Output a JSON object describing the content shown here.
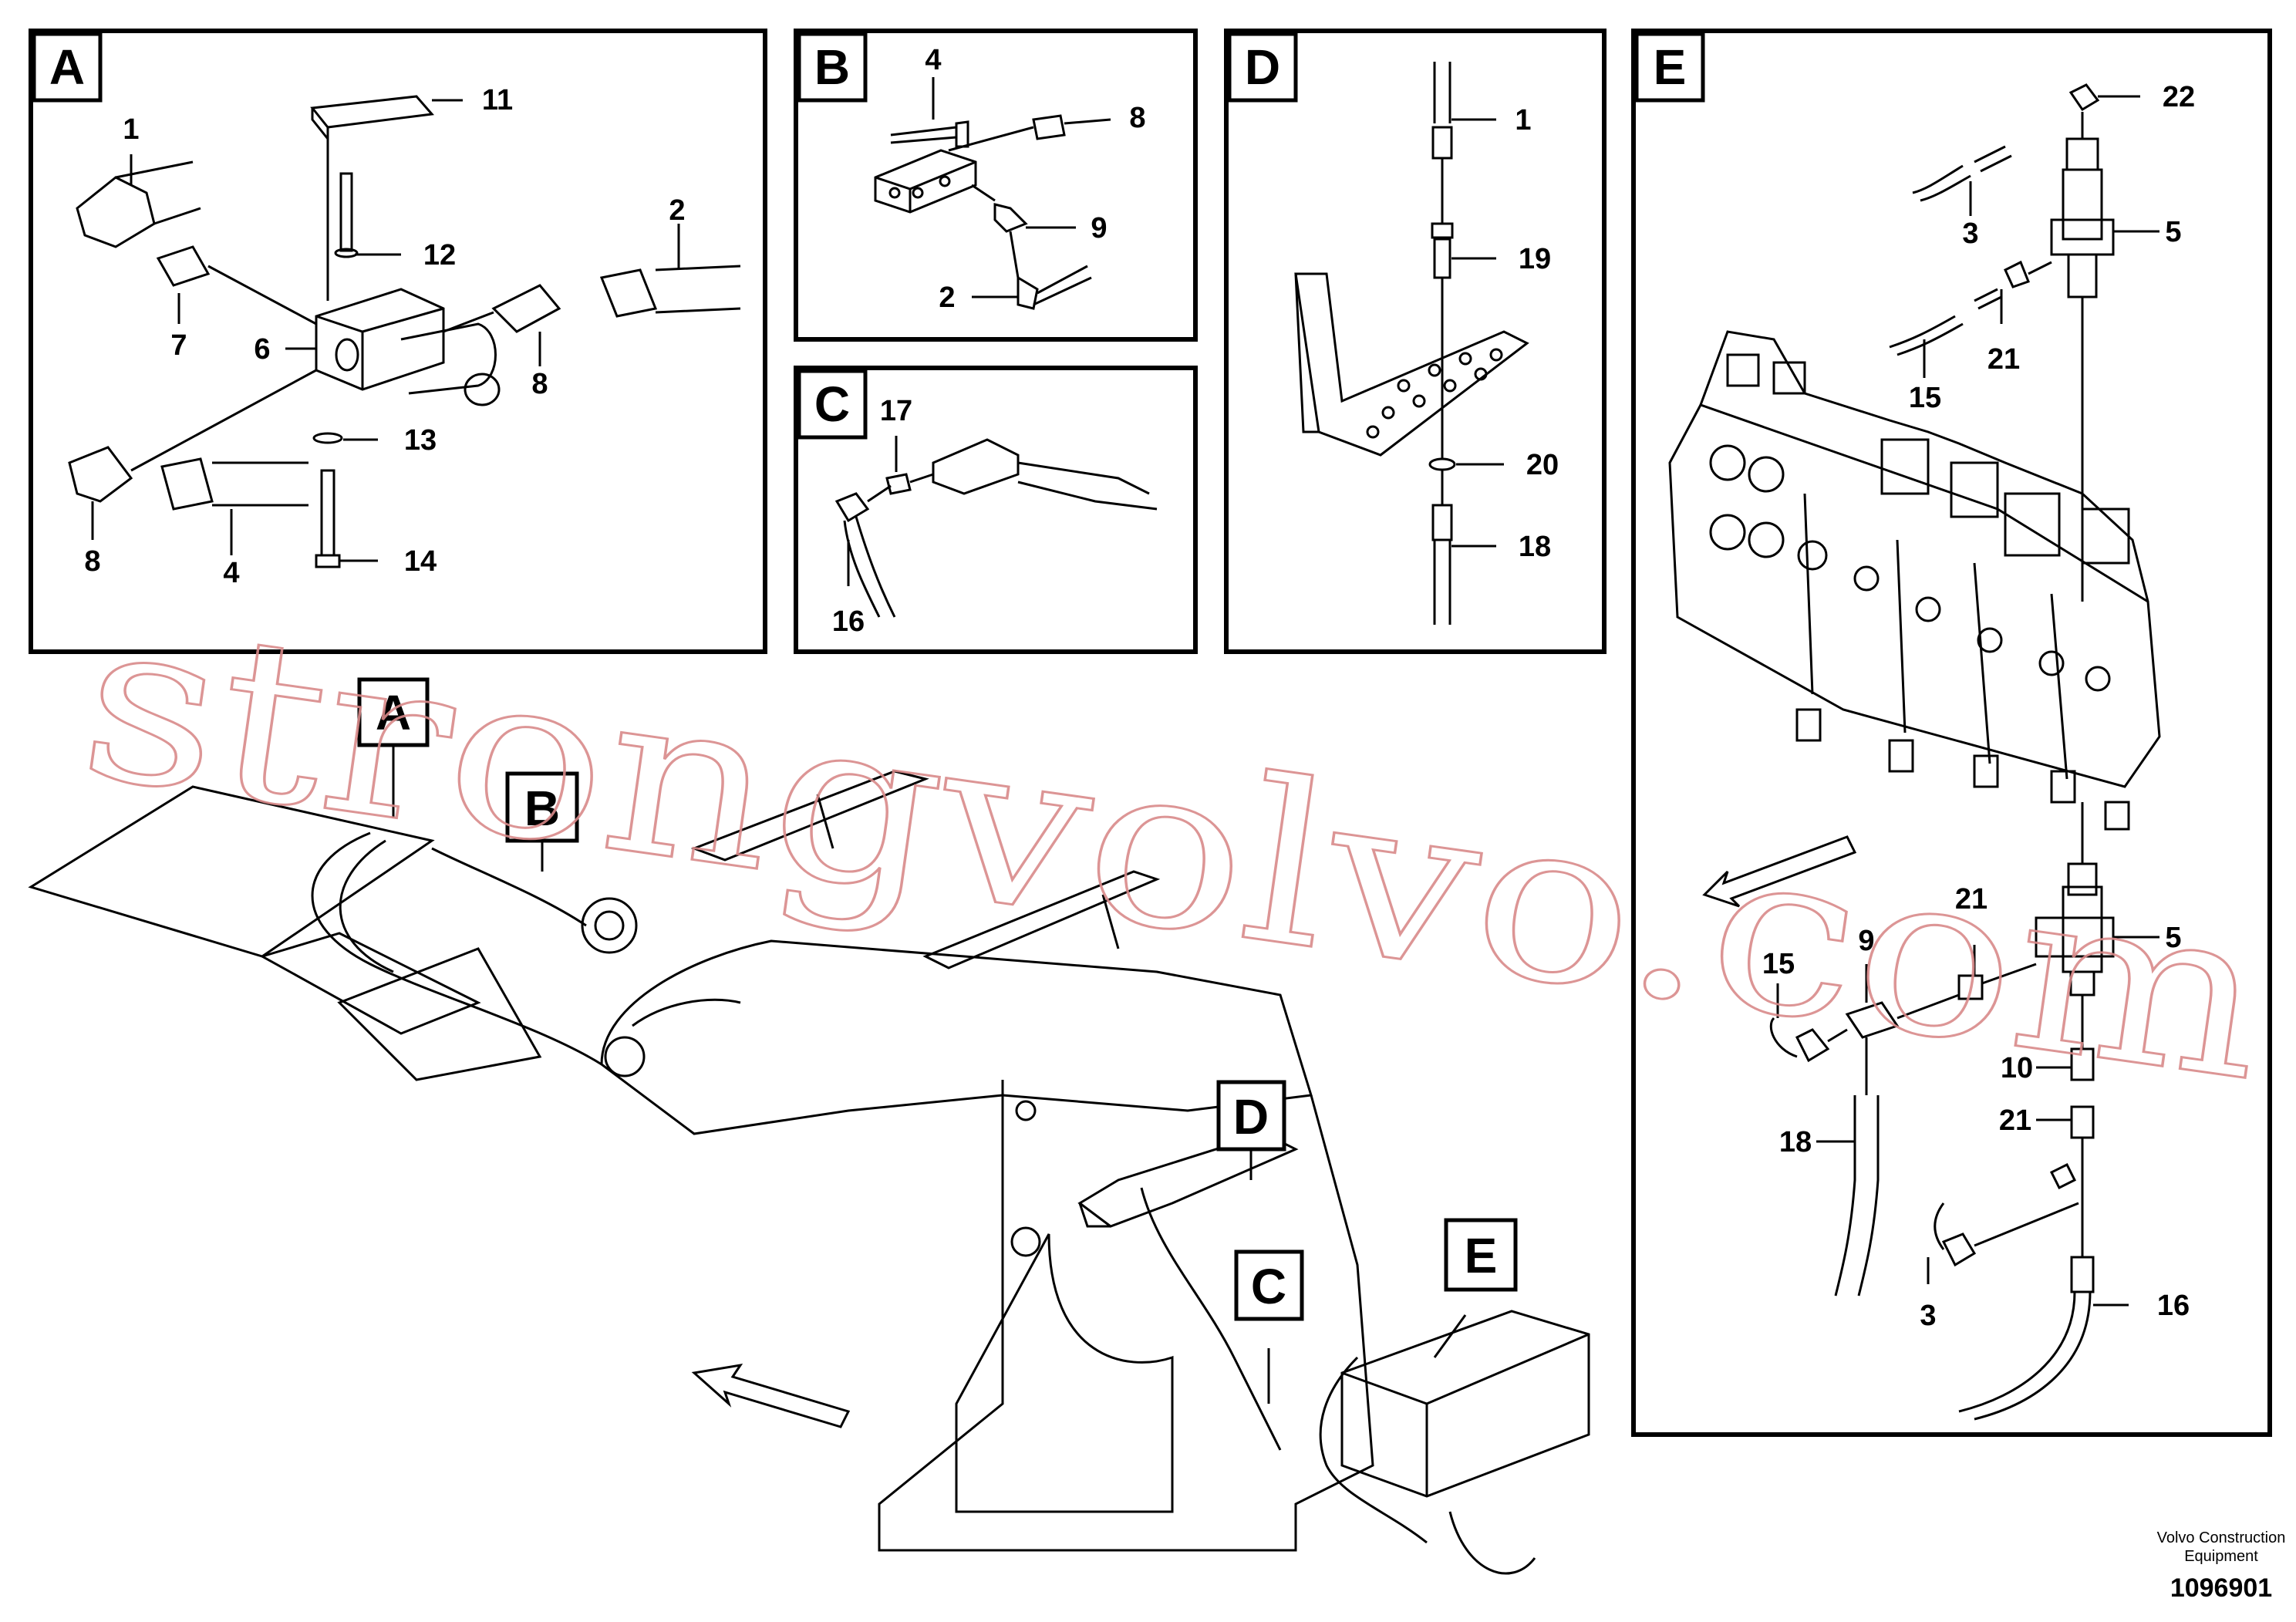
{
  "panels": {
    "A": {
      "letter": "A",
      "callouts": {
        "c1": "1",
        "c2": "2",
        "c4": "4",
        "c6": "6",
        "c7": "7",
        "c8a": "8",
        "c8b": "8",
        "c11": "11",
        "c12": "12",
        "c13": "13",
        "c14": "14"
      }
    },
    "B": {
      "letter": "B",
      "callouts": {
        "c4": "4",
        "c8": "8",
        "c9": "9",
        "c2": "2"
      }
    },
    "C": {
      "letter": "C",
      "callouts": {
        "c17": "17",
        "c16": "16"
      }
    },
    "D": {
      "letter": "D",
      "callouts": {
        "c1": "1",
        "c19": "19",
        "c20": "20",
        "c18": "18"
      }
    },
    "E": {
      "letter": "E",
      "callouts": {
        "c22": "22",
        "c3a": "3",
        "c5a": "5",
        "c21a": "21",
        "c15a": "15",
        "c21b": "21",
        "c9": "9",
        "c15b": "15",
        "c5b": "5",
        "c10": "10",
        "c18": "18",
        "c21c": "21",
        "c3b": "3",
        "c16": "16"
      }
    }
  },
  "overview_tags": {
    "A": "A",
    "B": "B",
    "C": "C",
    "D": "D",
    "E": "E"
  },
  "watermark": "strongvolvo.com",
  "footer": {
    "company_line1": "Volvo Construction",
    "company_line2": "Equipment",
    "drawing_number": "1096901"
  },
  "colors": {
    "line": "#000000",
    "watermark": "#d98a8a",
    "background": "#ffffff"
  }
}
